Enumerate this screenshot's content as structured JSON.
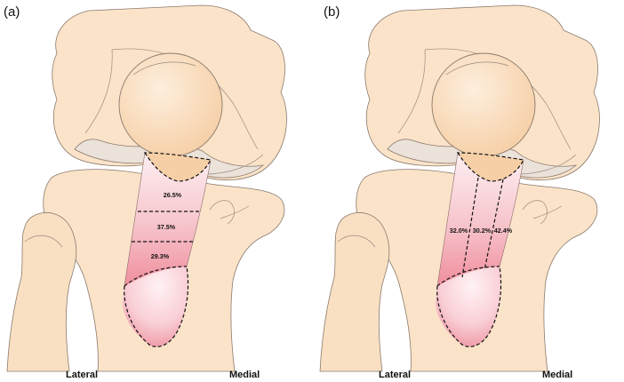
{
  "panels": [
    {
      "label": "(a)",
      "regions": [
        "26.5%",
        "37.5%",
        "29.3%"
      ],
      "orientation": "horizontal",
      "left_label": "Lateral",
      "right_label": "Medial"
    },
    {
      "label": "(b)",
      "regions": [
        "32.0%",
        "30.2%",
        "42.4%"
      ],
      "orientation": "vertical",
      "left_label": "Lateral",
      "right_label": "Medial"
    }
  ],
  "colors": {
    "bone": "#fbe3c9",
    "graft_light": "#fde6ea",
    "graft_dark": "#f19aa6",
    "outline": "#8a7a6c"
  }
}
